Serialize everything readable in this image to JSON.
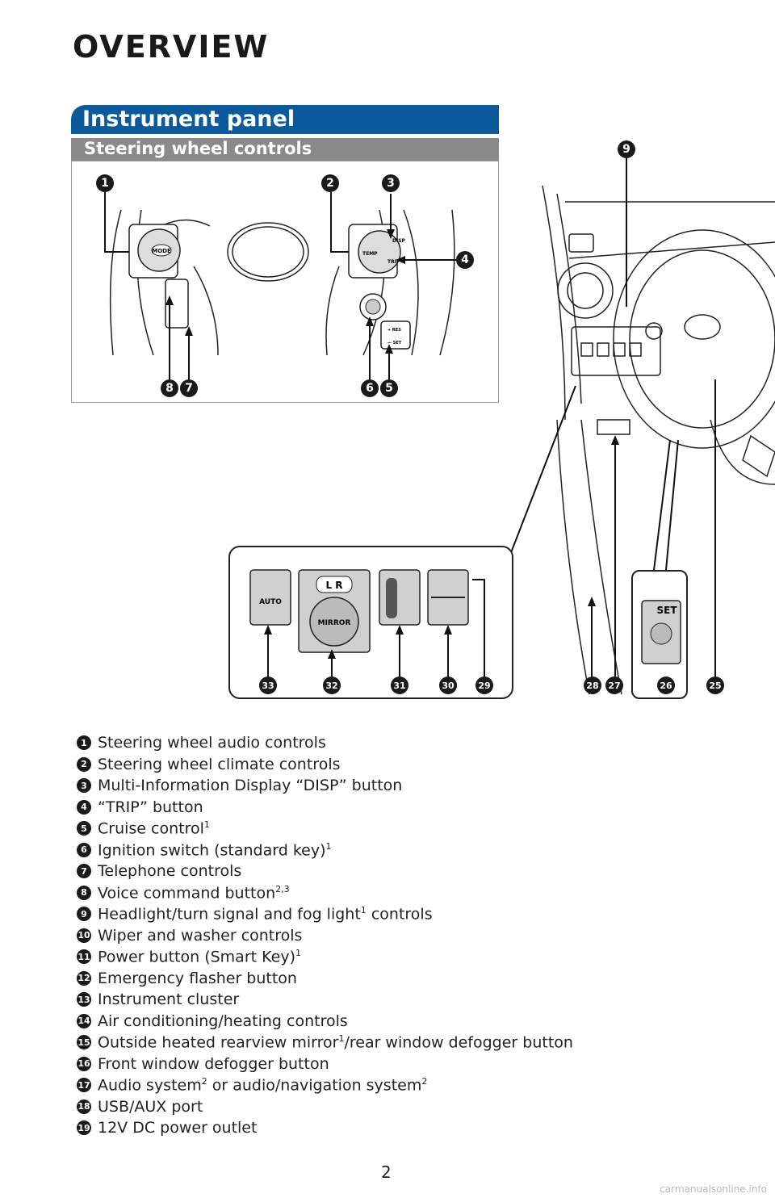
{
  "page": {
    "title": "OVERVIEW",
    "page_number": "2",
    "watermark": "carmanualsonline.info"
  },
  "section": {
    "title": "Instrument panel",
    "subtitle": "Steering wheel controls"
  },
  "diagram_callouts": [
    "1",
    "2",
    "3",
    "4",
    "5",
    "6",
    "7",
    "8",
    "9",
    "25",
    "26",
    "27",
    "28",
    "29",
    "30",
    "31",
    "32",
    "33"
  ],
  "diagram_labels": {
    "mode": "MODE",
    "disp": "DISP",
    "temp": "TEMP",
    "trip": "TRIP",
    "res": "+ RES",
    "set_small": "— SET",
    "auto": "AUTO",
    "lr": "L  R",
    "mirror": "MIRROR",
    "set": "SET"
  },
  "items": [
    {
      "num": "1",
      "text": "Steering wheel audio controls",
      "sup": ""
    },
    {
      "num": "2",
      "text": "Steering wheel climate controls",
      "sup": ""
    },
    {
      "num": "3",
      "text": "Multi-Information Display “DISP” button",
      "sup": ""
    },
    {
      "num": "4",
      "text": "“TRIP” button",
      "sup": ""
    },
    {
      "num": "5",
      "text": "Cruise control",
      "sup": "1"
    },
    {
      "num": "6",
      "text": "Ignition switch (standard key)",
      "sup": "1"
    },
    {
      "num": "7",
      "text": "Telephone controls",
      "sup": ""
    },
    {
      "num": "8",
      "text": "Voice command button",
      "sup": "2,3"
    },
    {
      "num": "9",
      "text": "Headlight/turn signal and fog light",
      "sup": "1",
      "tail": " controls"
    },
    {
      "num": "10",
      "text": "Wiper and washer controls",
      "sup": ""
    },
    {
      "num": "11",
      "text": "Power button (Smart Key)",
      "sup": "1"
    },
    {
      "num": "12",
      "text": "Emergency flasher button",
      "sup": ""
    },
    {
      "num": "13",
      "text": "Instrument cluster",
      "sup": ""
    },
    {
      "num": "14",
      "text": "Air conditioning/heating controls",
      "sup": ""
    },
    {
      "num": "15",
      "text": "Outside heated rearview mirror",
      "sup": "1",
      "tail": "/rear window defogger button"
    },
    {
      "num": "16",
      "text": "Front window defogger button",
      "sup": ""
    },
    {
      "num": "17",
      "text": "Audio system",
      "sup": "2",
      "tail": " or audio/navigation system",
      "sup2": "2"
    },
    {
      "num": "18",
      "text": "USB/AUX port",
      "sup": ""
    },
    {
      "num": "19",
      "text": "12V DC power outlet",
      "sup": ""
    }
  ]
}
